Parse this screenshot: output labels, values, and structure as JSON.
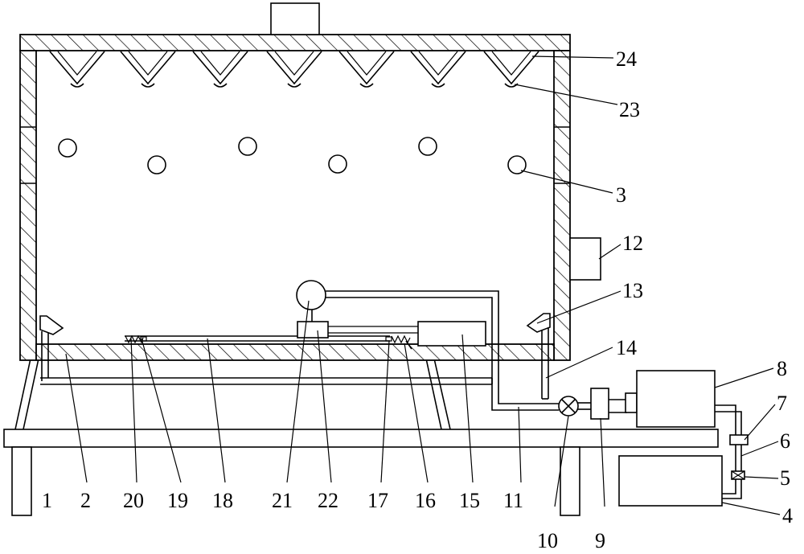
{
  "colors": {
    "stroke": "#000000",
    "background": "#ffffff"
  },
  "labels": {
    "l1": "1",
    "l2": "2",
    "l3": "3",
    "l4": "4",
    "l5": "5",
    "l6": "6",
    "l7": "7",
    "l8": "8",
    "l9": "9",
    "l10": "10",
    "l11": "11",
    "l12": "12",
    "l13": "13",
    "l14": "14",
    "l15": "15",
    "l16": "16",
    "l17": "17",
    "l18": "18",
    "l19": "19",
    "l20": "20",
    "l21": "21",
    "l22": "22",
    "l23": "23",
    "l24": "24"
  }
}
